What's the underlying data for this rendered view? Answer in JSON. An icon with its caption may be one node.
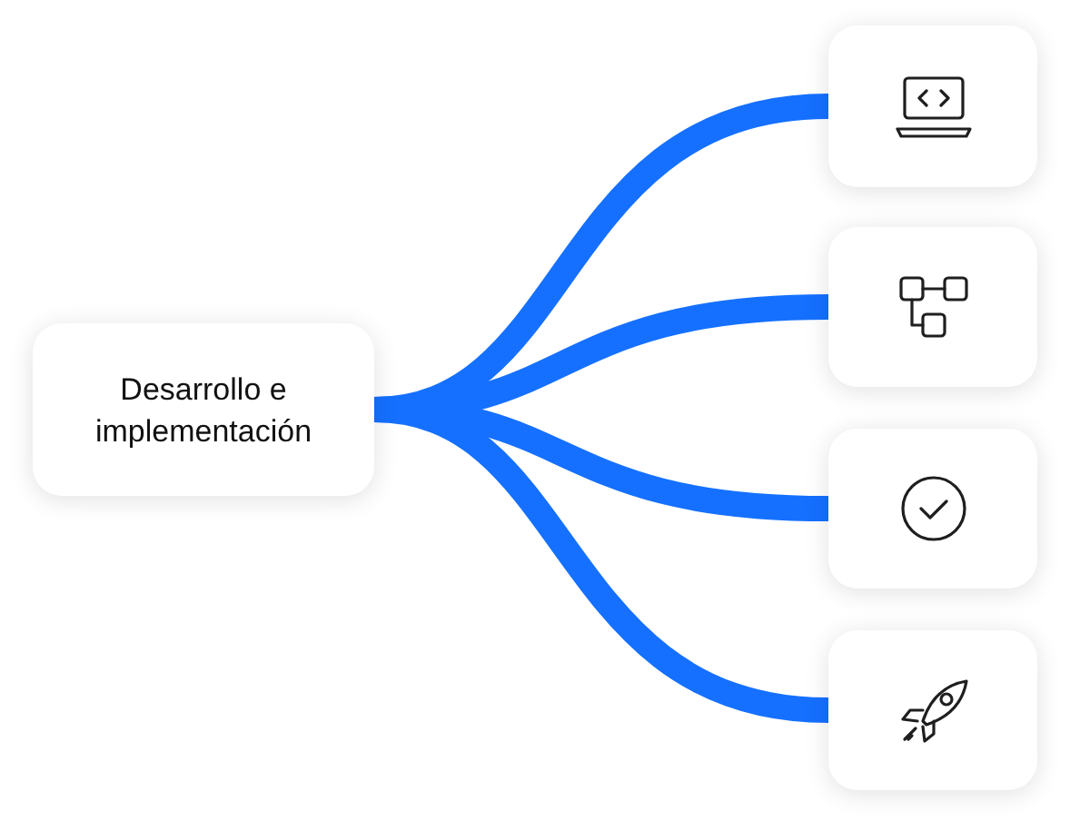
{
  "diagram": {
    "nodes": [
      {
        "text": [
          "Desarrollo e implementación"
        ]
      },
      {
        "text": [],
        "shape": "box"
      },
      {
        "text": [],
        "shape": "box"
      },
      {
        "text": [],
        "shape": "box"
      },
      {
        "text": [],
        "shape": "box"
      }
    ],
    "edges": [
      {
        "from": 0,
        "to": 1,
        "arrow": "none"
      },
      {
        "from": 0,
        "to": 2,
        "arrow": "none"
      },
      {
        "from": 0,
        "to": 3,
        "arrow": "none"
      },
      {
        "from": 0,
        "to": 4,
        "arrow": "none"
      }
    ]
  }
}
